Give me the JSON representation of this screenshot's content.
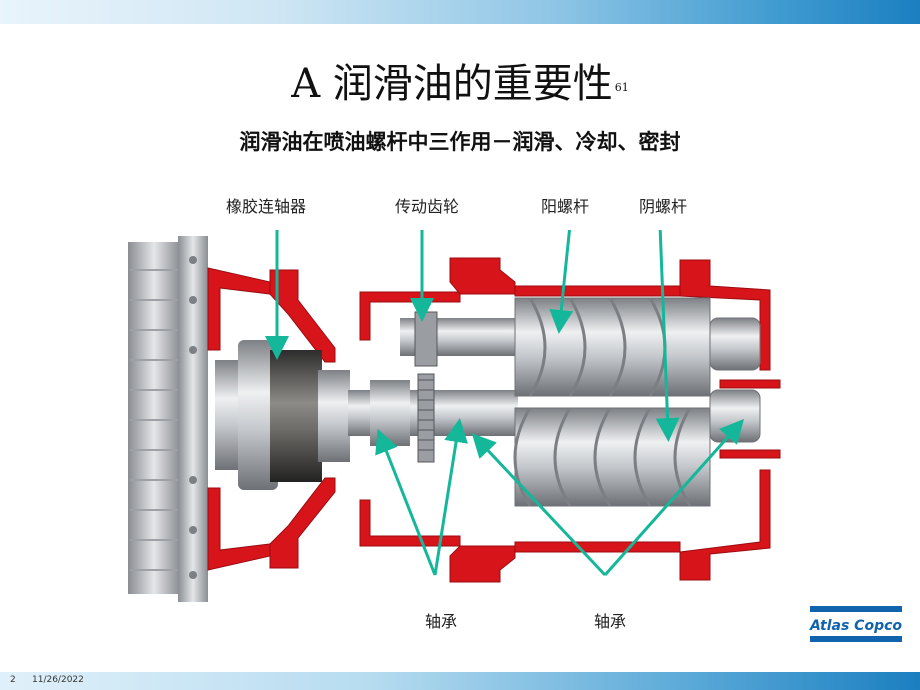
{
  "slide": {
    "title": "A 润滑油的重要性",
    "title_sup": "61",
    "subtitle": "润滑油在喷油螺杆中三作用－润滑、冷却、密封",
    "page_number": "2",
    "date": "11/26/2022"
  },
  "labels": {
    "rubber_coupling": "橡胶连轴器",
    "drive_gear": "传动齿轮",
    "male_rotor": "阳螺杆",
    "female_rotor": "阴螺杆",
    "bearing_left": "轴承",
    "bearing_right": "轴承"
  },
  "logo": {
    "text": "Atlas Copco"
  },
  "colors": {
    "housing_red": "#d8141b",
    "arrow_teal": "#14b79a",
    "logo_blue": "#1063ad",
    "steel": "#b9bcc0"
  }
}
